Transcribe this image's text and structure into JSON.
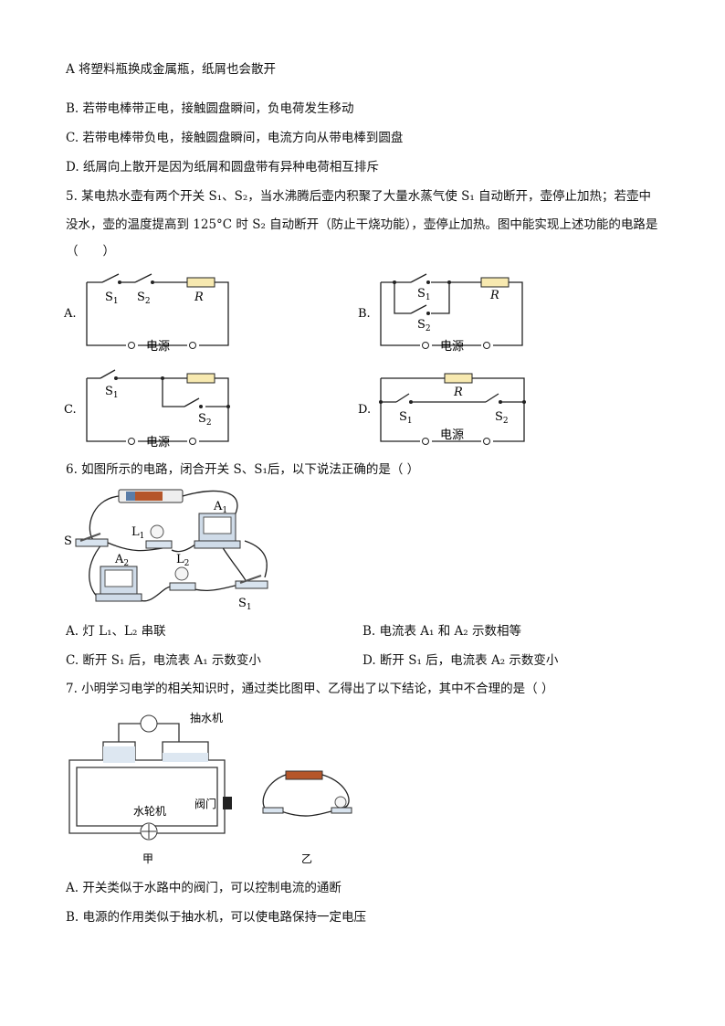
{
  "lines": {
    "optA": "A  将塑料瓶换成金属瓶，纸屑也会散开",
    "optB": "B.  若带电棒带正电，接触圆盘瞬间，负电荷发生移动",
    "optC": "C.  若带电棒带负电，接触圆盘瞬间，电流方向从带电棒到圆盘",
    "optD": "D.  纸屑向上散开是因为纸屑和圆盘带有异种电荷相互排斥",
    "q5a": "5. 某电热水壶有两个开关 S₁、S₂，当水沸腾后壶内积聚了大量水蒸气使 S₁ 自动断开，壶停止加热；若壶中",
    "q5b": "没水，壶的温度提高到 125°C 时 S₂ 自动断开（防止干烧功能），壶停止加热。图中能实现上述功能的电路是",
    "q5c": "（　　）",
    "q6": "6. 如图所示的电路，闭合开关 S、S₁后，以下说法正确的是（  ）",
    "q6A": "A. 灯 L₁、L₂ 串联",
    "q6B": "B.  电流表 A₁ 和 A₂ 示数相等",
    "q6C": "C.  断开 S₁ 后，电流表 A₁ 示数变小",
    "q6D": "D.  断开 S₁ 后，电流表 A₂ 示数变小",
    "q7": "7. 小明学习电学的相关知识时，通过类比图甲、乙得出了以下结论，其中不合理的是（      ）",
    "q7A": "A. 开关类似于水路中的阀门，可以控制电流的通断",
    "q7B": "B. 电源的作用类似于抽水机，可以使电路保持一定电压"
  },
  "circuits": {
    "labelA": "A.",
    "labelB": "B.",
    "labelC": "C.",
    "labelD": "D.",
    "source": "电源",
    "R": "R",
    "S1": "S",
    "S2": "S",
    "sub1": "1",
    "sub2": "2"
  },
  "fig6": {
    "S": "S",
    "L1": "L",
    "L2": "L",
    "A1": "A",
    "A2": "A",
    "S1": "S",
    "sub1": "1",
    "sub2": "2"
  },
  "fig7": {
    "pump": "抽水机",
    "turbine": "水轮机",
    "valve": "阀门",
    "jia": "甲",
    "yi": "乙"
  }
}
